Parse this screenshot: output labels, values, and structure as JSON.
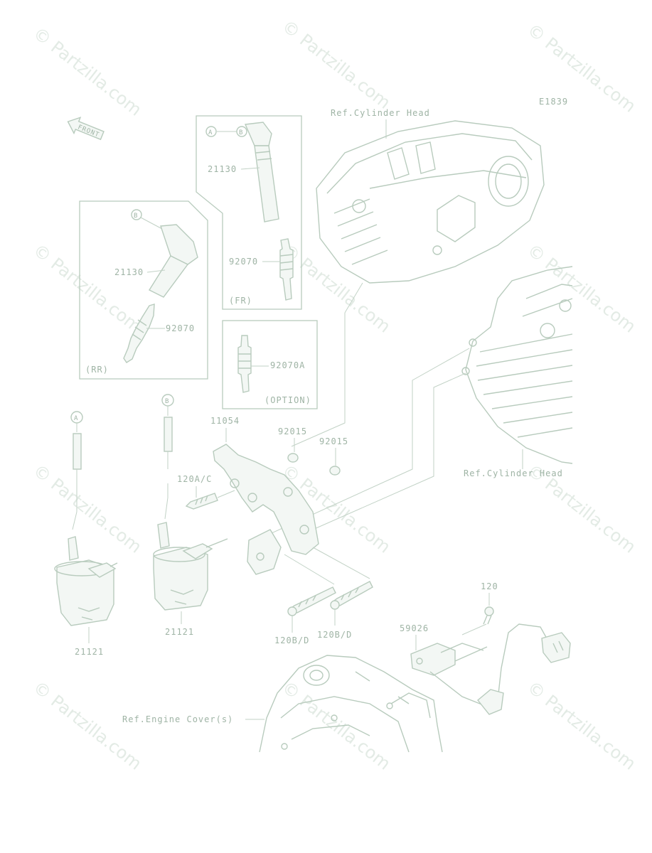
{
  "diagram_code": "E1839",
  "front_arrow": "FRONT",
  "ref_labels": {
    "cylinder_head_top": "Ref.Cylinder Head",
    "cylinder_head_right": "Ref.Cylinder Head",
    "engine_cover": "Ref.Engine Cover(s)"
  },
  "boxes": {
    "fr": {
      "label": "(FR)",
      "callout_a": "A",
      "callout_b": "B",
      "coil_cap": "21130",
      "plug": "92070"
    },
    "rr": {
      "label": "(RR)",
      "callout_b": "B",
      "coil_cap": "21130",
      "plug": "92070"
    },
    "option": {
      "label": "(OPTION)",
      "plug": "92070A"
    }
  },
  "callouts": {
    "a": "A",
    "b": "B"
  },
  "part_labels": {
    "bracket": "11054",
    "washer_1": "92015",
    "washer_2": "92015",
    "bolt_120ac": "120A/C",
    "bolt_120bd_1": "120B/D",
    "bolt_120bd_2": "120B/D",
    "coil_left": "21121",
    "coil_right": "21121",
    "bolt_120": "120",
    "sensor": "59026"
  },
  "watermark": "© Partzilla.com",
  "colors": {
    "line": "#b8cbbd",
    "text": "#9fb4a5",
    "watermark": "#e3ebe5"
  }
}
